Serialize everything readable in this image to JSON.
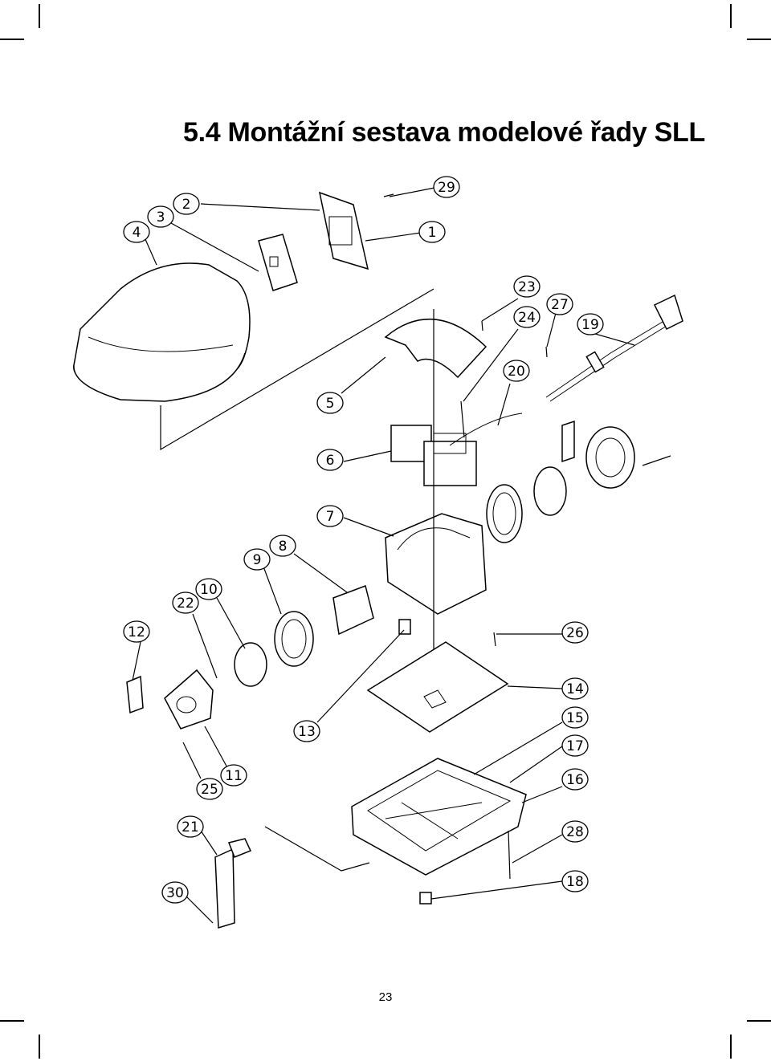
{
  "title": "5.4  Montážní sestava modelové řady SLL",
  "page_number": "23",
  "callouts": [
    "1",
    "2",
    "3",
    "4",
    "5",
    "6",
    "7",
    "8",
    "9",
    "10",
    "11",
    "12",
    "13",
    "14",
    "15",
    "16",
    "17",
    "18",
    "19",
    "20",
    "21",
    "22",
    "23",
    "24",
    "25",
    "26",
    "27",
    "28",
    "29",
    "30"
  ]
}
